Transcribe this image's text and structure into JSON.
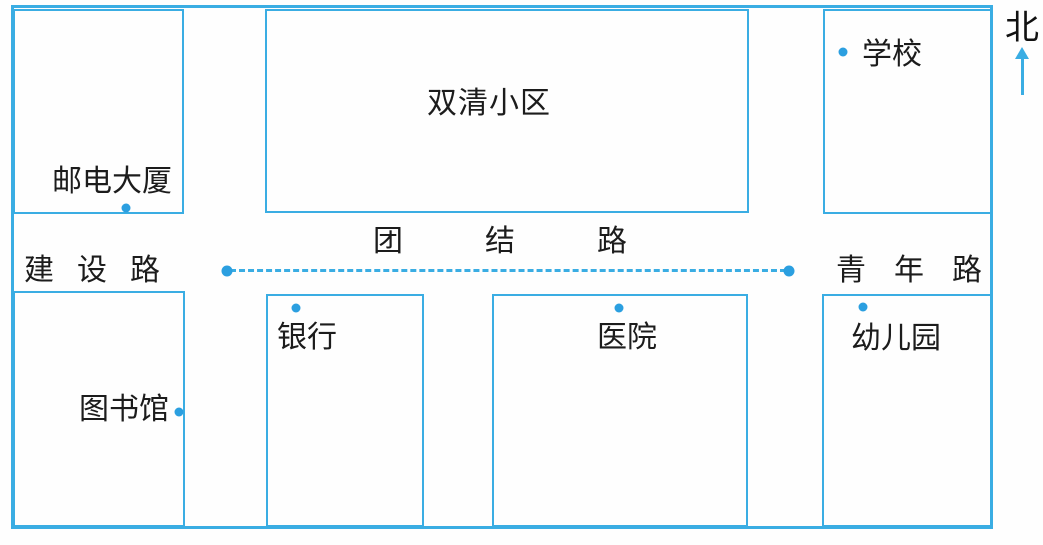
{
  "compass": {
    "north_label": "北"
  },
  "blocks": [
    {
      "name": "postal-building",
      "label": "邮电大厦"
    },
    {
      "name": "shuangqing-community",
      "label": "双清小区"
    },
    {
      "name": "school",
      "label": "学校"
    },
    {
      "name": "library",
      "label": "图书馆"
    },
    {
      "name": "bank",
      "label": "银行"
    },
    {
      "name": "hospital",
      "label": "医院"
    },
    {
      "name": "kindergarten",
      "label": "幼儿园"
    }
  ],
  "roads": {
    "left": {
      "label": "建设路"
    },
    "middle": {
      "label": "团结路"
    },
    "right": {
      "label": "青年路"
    }
  },
  "route": {
    "style": "dashed-line-with-end-dots",
    "along_road": "团结路"
  },
  "colors": {
    "line": "#3aade3",
    "marker_dot": "#2b9fe0",
    "text": "#1c1c1c",
    "background": "#fefefe"
  }
}
